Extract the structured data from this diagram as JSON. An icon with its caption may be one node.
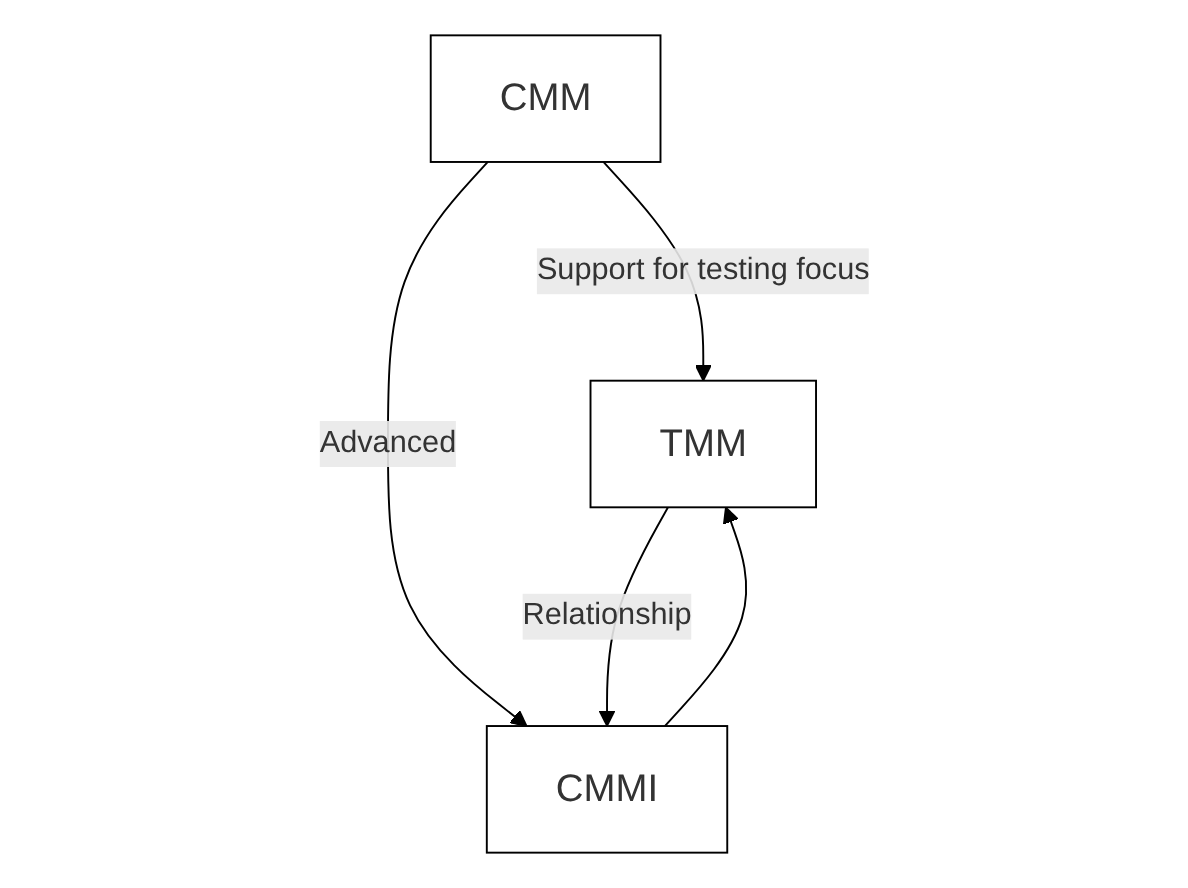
{
  "diagram": {
    "nodes": [
      {
        "text": [
          "CMM"
        ]
      },
      {
        "text": [
          "TMM"
        ]
      },
      {
        "text": [
          "CMMI"
        ]
      }
    ],
    "edges": [
      {
        "from": 0,
        "to": 1,
        "arrow": "to",
        "label": "Support for testing focus"
      },
      {
        "from": 0,
        "to": 2,
        "arrow": "to",
        "label": "Advanced"
      },
      {
        "from": 1,
        "to": 2,
        "arrow": "to",
        "label": "Relationship"
      },
      {
        "from": 2,
        "to": 1,
        "arrow": "to"
      }
    ]
  }
}
